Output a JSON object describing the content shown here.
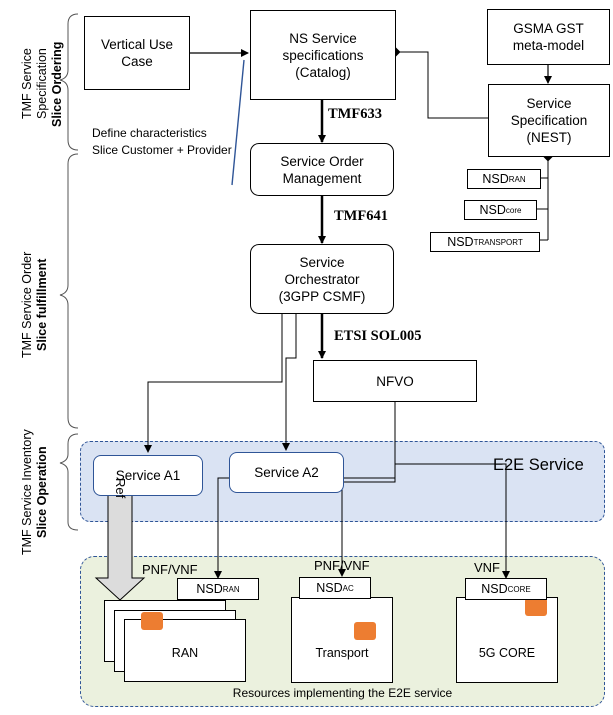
{
  "side_labels": {
    "ordering": {
      "line1": "TMF Service Specification",
      "line2": "Slice Ordering"
    },
    "fulfillment": {
      "line1": "TMF Service Order",
      "line2": "Slice fulfillment"
    },
    "operation": {
      "line1": "TMF Service Inventory",
      "line2": "Slice Operation"
    }
  },
  "boxes": {
    "vertical_use_case": "Vertical Use Case",
    "ns_service_specs": "NS Service specifications (Catalog)",
    "gsma_gst": "GSMA GST meta-model",
    "service_specification": "Service Specification (NEST)",
    "service_order_mgmt": "Service Order Management",
    "service_orchestrator": "Service Orchestrator (3GPP CSMF)",
    "nfvo": "NFVO"
  },
  "nsd_templates": {
    "ran": {
      "base": "NSD",
      "sub": "RAN"
    },
    "core": {
      "base": "NSD",
      "sub": "core"
    },
    "transport": {
      "base": "NSD",
      "sub": "TRANSPORT"
    }
  },
  "apis": {
    "tmf633": "TMF633",
    "tmf641": "TMF641",
    "etsi": "ETSI SOL005"
  },
  "note": "Define characteristics Slice Customer + Provider",
  "e2e": {
    "title": "E2E Service",
    "service_a1": "Service A1",
    "service_a2": "Service A2",
    "ref": "Ref"
  },
  "resources": {
    "pnf_vnf_1": "PNF/VNF",
    "pnf_vnf_2": "PNF/VNF",
    "vnf": "VNF",
    "nsd_ran": {
      "base": "NSD",
      "sub": "RAN"
    },
    "nsd_ac": {
      "base": "NSD",
      "sub": "AC"
    },
    "nsd_core": {
      "base": "NSD",
      "sub": "CORE"
    },
    "ran": "RAN",
    "transport": "Transport",
    "core": "5G CORE",
    "caption": "Resources implementing the E2E service"
  },
  "colors": {
    "e2e_fill": "#dae3f3",
    "e2e_border": "#2f5597",
    "resource_fill": "#ebf1de",
    "resource_border": "#2f5597",
    "resource_icon": "#ed7d31"
  }
}
